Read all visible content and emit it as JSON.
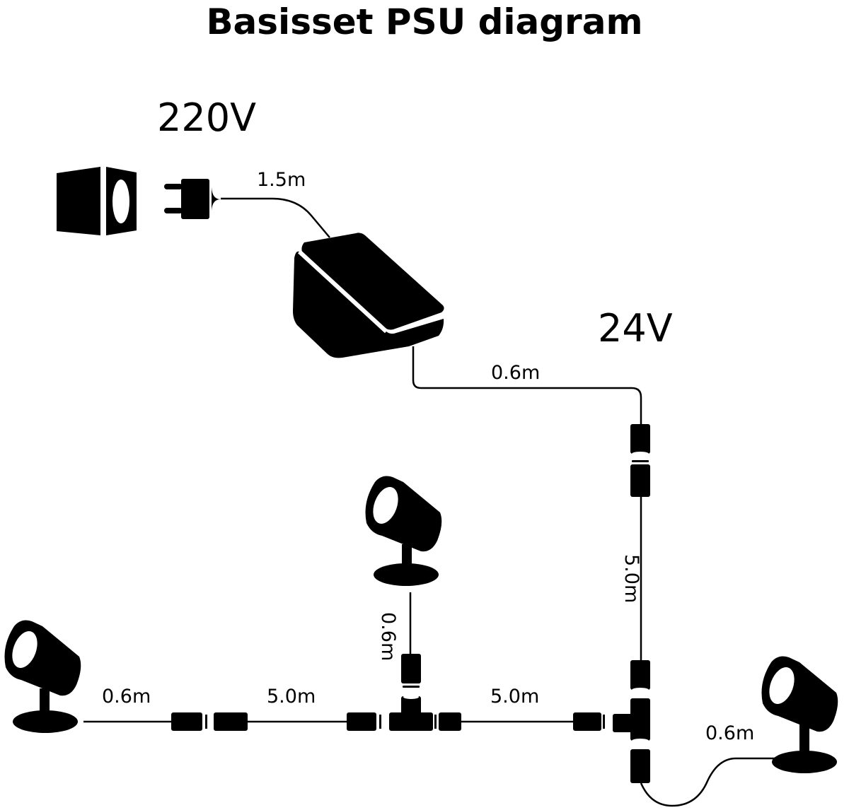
{
  "title": "Basisset PSU diagram",
  "voltages": {
    "mains": "220V",
    "output": "24V"
  },
  "cable_lengths": {
    "plug_to_psu": "1.5m",
    "psu_to_connector": "0.6m",
    "trunk_vertical": "5.0m",
    "branch_middle_spot": "0.6m",
    "left_spot_cable": "0.6m",
    "left_extension": "5.0m",
    "middle_extension": "5.0m",
    "right_spot_cable": "0.6m"
  },
  "colors": {
    "foreground": "#000000",
    "background": "#ffffff"
  }
}
